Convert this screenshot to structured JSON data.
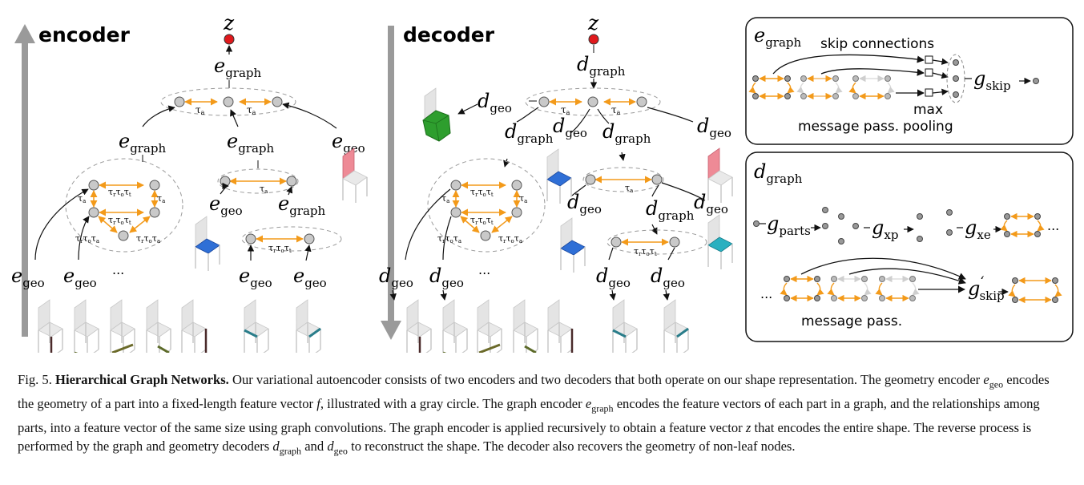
{
  "diagram": {
    "encoder": {
      "title": "encoder",
      "root": "z",
      "egraph": {
        "base": "e",
        "sub": "graph"
      },
      "egeo": {
        "base": "e",
        "sub": "geo"
      },
      "tau_a": "τ",
      "tau_a_sub": "a",
      "tau_rot": "τ",
      "ellipsis": "..."
    },
    "decoder": {
      "title": "decoder",
      "root": "z",
      "dgraph": {
        "base": "d",
        "sub": "graph"
      },
      "dgeo": {
        "base": "d",
        "sub": "geo"
      },
      "ellipsis": "..."
    },
    "inset_egraph": {
      "title": {
        "base": "e",
        "sub": "graph"
      },
      "skip_connections": "skip connections",
      "gskip": {
        "base": "g",
        "sub": "skip"
      },
      "message_pass": "message pass.",
      "max": "max",
      "pooling": "pooling"
    },
    "inset_dgraph": {
      "title": {
        "base": "d",
        "sub": "graph"
      },
      "gparts": {
        "base": "g",
        "sub": "parts"
      },
      "gxp": {
        "base": "g",
        "sub": "xp"
      },
      "gxe": {
        "base": "g",
        "sub": "xe"
      },
      "gskip_prime": {
        "base": "g",
        "sup": "‘",
        "sub": "skip"
      },
      "message_pass": "message pass.",
      "ellipsis": "..."
    },
    "colors": {
      "root": "#e0191c",
      "edge": "#f39a1a",
      "node": "#c9c9c9",
      "arrow_bar": "#9a9a9a",
      "green_part": "#2e9e2e",
      "blue_part": "#2f6fd6",
      "red_part": "#ee8a96",
      "teal_part": "#2ab0c0"
    }
  },
  "caption": {
    "fig": "Fig. 5.",
    "title": "Hierarchical Graph Networks.",
    "s1": "Our variational autoencoder consists of two encoders and two decoders that both operate on our shape representation.",
    "s2a": "The geometry encoder",
    "s2b": "encodes the geometry of a part into a fixed-length feature vector",
    "s2c": ", illustrated with a gray circle. The graph encoder",
    "s2d": "encodes",
    "s3": "the feature vectors of each part in a graph, and the relationships among parts, into a feature vector of the same size using graph convolutions. The graph",
    "s4a": "encoder is applied recursively to obtain a feature vector",
    "s4b": "that encodes the entire shape. The reverse process is performed by the graph and geometry decoders",
    "s5a": "and",
    "s5b": "to reconstruct the shape. The decoder also recovers the geometry of non-leaf nodes.",
    "m_egeo": {
      "base": "e",
      "sub": "geo"
    },
    "m_f": "f",
    "m_egraph": {
      "base": "e",
      "sub": "graph"
    },
    "m_z": "z",
    "m_dgraph": {
      "base": "d",
      "sub": "graph"
    },
    "m_dgeo": {
      "base": "d",
      "sub": "geo"
    }
  }
}
